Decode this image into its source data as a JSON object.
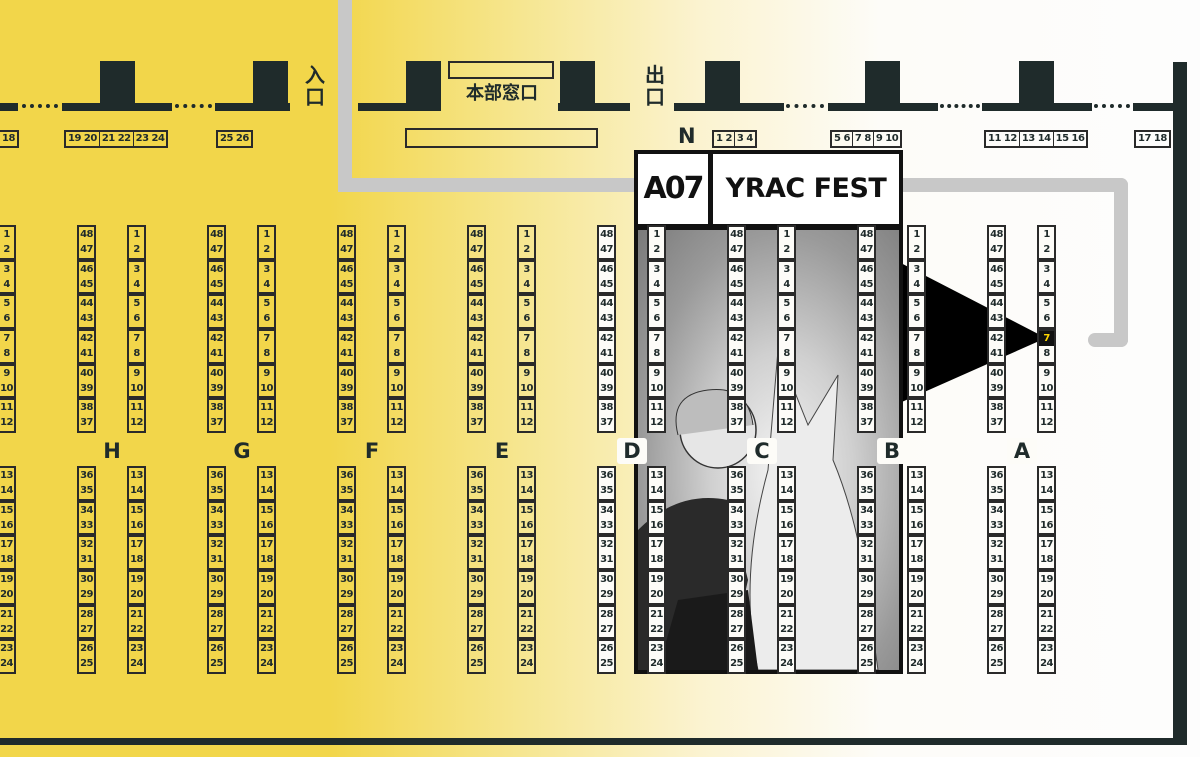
{
  "map": {
    "entrance_label": "入口",
    "exit_label": "出口",
    "hq_label": "本部窓口",
    "north_row_letter": "N",
    "north_row_groups_left": [
      [
        "18"
      ],
      [
        "19 20",
        "21 22",
        "23 24"
      ],
      [
        "25 26"
      ]
    ],
    "north_row_groups_right": [
      [
        "1 2",
        "3 4"
      ],
      [
        "5 6",
        "7 8",
        "9 10"
      ],
      [
        "11 12",
        "13 14",
        "15 16"
      ],
      [
        "17 18"
      ]
    ],
    "block_letters": [
      "H",
      "G",
      "F",
      "E",
      "D",
      "C",
      "B",
      "A"
    ],
    "columns": {
      "left_top_pairs": [
        [
          "48",
          "47"
        ],
        [
          "46",
          "45"
        ],
        [
          "44",
          "43"
        ],
        [
          "42",
          "41"
        ],
        [
          "40",
          "39"
        ],
        [
          "38",
          "37"
        ]
      ],
      "left_bottom_pairs": [
        [
          "36",
          "35"
        ],
        [
          "34",
          "33"
        ],
        [
          "32",
          "31"
        ],
        [
          "30",
          "29"
        ],
        [
          "28",
          "27"
        ],
        [
          "26",
          "25"
        ]
      ],
      "right_top_pairs": [
        [
          "1",
          "2"
        ],
        [
          "3",
          "4"
        ],
        [
          "5",
          "6"
        ],
        [
          "7",
          "8"
        ],
        [
          "9",
          "10"
        ],
        [
          "11",
          "12"
        ]
      ],
      "right_bottom_pairs": [
        [
          "13",
          "14"
        ],
        [
          "15",
          "16"
        ],
        [
          "17",
          "18"
        ],
        [
          "19",
          "20"
        ],
        [
          "21",
          "22"
        ],
        [
          "23",
          "24"
        ]
      ]
    },
    "highlighted": {
      "block": "A",
      "number": "7"
    }
  },
  "popup": {
    "booth_code": "A07",
    "circle_name": "YRAC FEST"
  },
  "colors": {
    "yellow": "#f2d64a",
    "wall": "#1f2b2b",
    "path": "#c8c8c8",
    "highlight_text": "#ffd600"
  }
}
